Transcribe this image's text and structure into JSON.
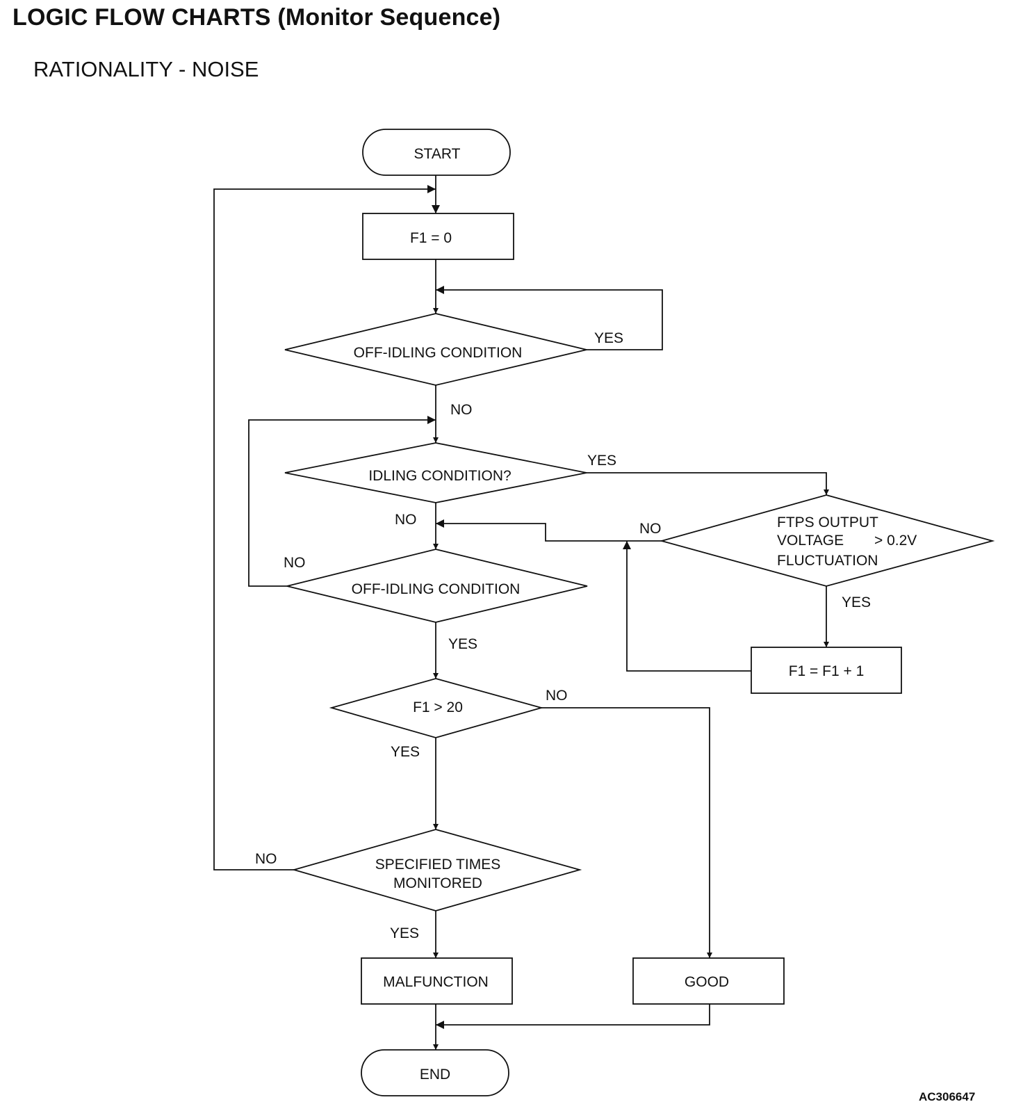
{
  "header": {
    "title": "LOGIC FLOW CHARTS (Monitor Sequence)",
    "subtitle": "RATIONALITY - NOISE"
  },
  "figure_id": "AC306647",
  "nodes": {
    "start": "START",
    "f1_reset": "F1 = 0",
    "off_idling_1": "OFF-IDLING CONDITION",
    "idling": "IDLING CONDITION?",
    "ftps_line1": "FTPS OUTPUT",
    "ftps_line2": "VOLTAGE",
    "ftps_value": "> 0.2V",
    "ftps_line3": "FLUCTUATION",
    "off_idling_2": "OFF-IDLING CONDITION",
    "f1_increment": "F1 = F1 + 1",
    "f1_check": "F1 > 20",
    "specified_line1": "SPECIFIED TIMES",
    "specified_line2": "MONITORED",
    "malfunction": "MALFUNCTION",
    "good": "GOOD",
    "end": "END"
  },
  "labels": {
    "yes": "YES",
    "no": "NO"
  }
}
